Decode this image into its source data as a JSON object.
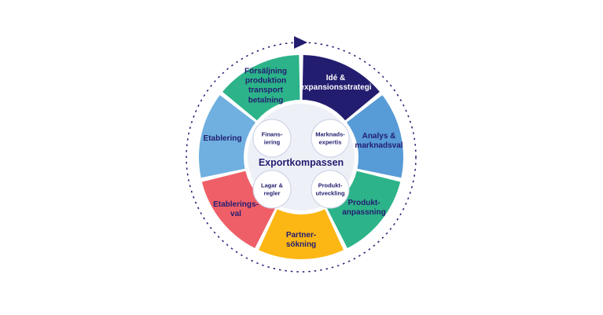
{
  "diagram": {
    "title": "Exportkompassen",
    "direction": "clockwise",
    "colors": {
      "navy": "#231d70",
      "center_fill": "#eef0f7",
      "bubble_fill": "#ffffff",
      "bubble_border": "#c8cfe4",
      "background": "#ffffff"
    },
    "segments": [
      {
        "label": "Idé &\nexpansionsstrategi",
        "color": "#231d70",
        "text_color": "#ffffff"
      },
      {
        "label": "Analys &\nmarknadsval",
        "color": "#579bd7",
        "text_color": "#231d70"
      },
      {
        "label": "Produkt-\nanpassning",
        "color": "#2cb389",
        "text_color": "#231d70"
      },
      {
        "label": "Partner-\nsökning",
        "color": "#fdb714",
        "text_color": "#231d70"
      },
      {
        "label": "Etablerings-\nval",
        "color": "#ef5f68",
        "text_color": "#231d70"
      },
      {
        "label": "Etablering",
        "color": "#6fb0e0",
        "text_color": "#231d70"
      },
      {
        "label": "Försäljning\nproduktion\ntransport\nbetalning",
        "color": "#2cb389",
        "text_color": "#231d70"
      }
    ],
    "center": {
      "title": "Exportkompassen",
      "bubbles": [
        {
          "label": "Finans-\niering"
        },
        {
          "label": "Marknads-\nexpertis"
        },
        {
          "label": "Lagar &\nregler"
        },
        {
          "label": "Produkt-\nutveckling"
        }
      ]
    }
  }
}
